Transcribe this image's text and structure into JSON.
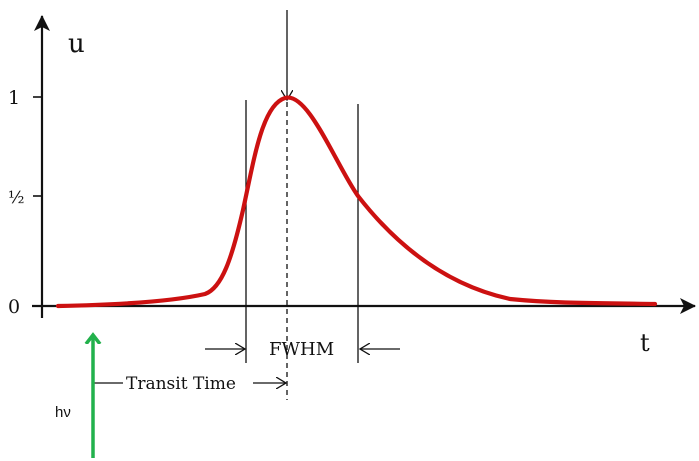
{
  "diagram": {
    "axis_y_label": "u",
    "axis_x_label": "t",
    "tick_1": "1",
    "tick_half": "½",
    "tick_0": "0",
    "fwhm_label": "FWHM",
    "transit_time_label": "Transit Time",
    "photon_label": "hν"
  },
  "colors": {
    "pulse_curve": "#cc1111",
    "photon_arrow": "#22b14c",
    "axes": "#111111"
  }
}
